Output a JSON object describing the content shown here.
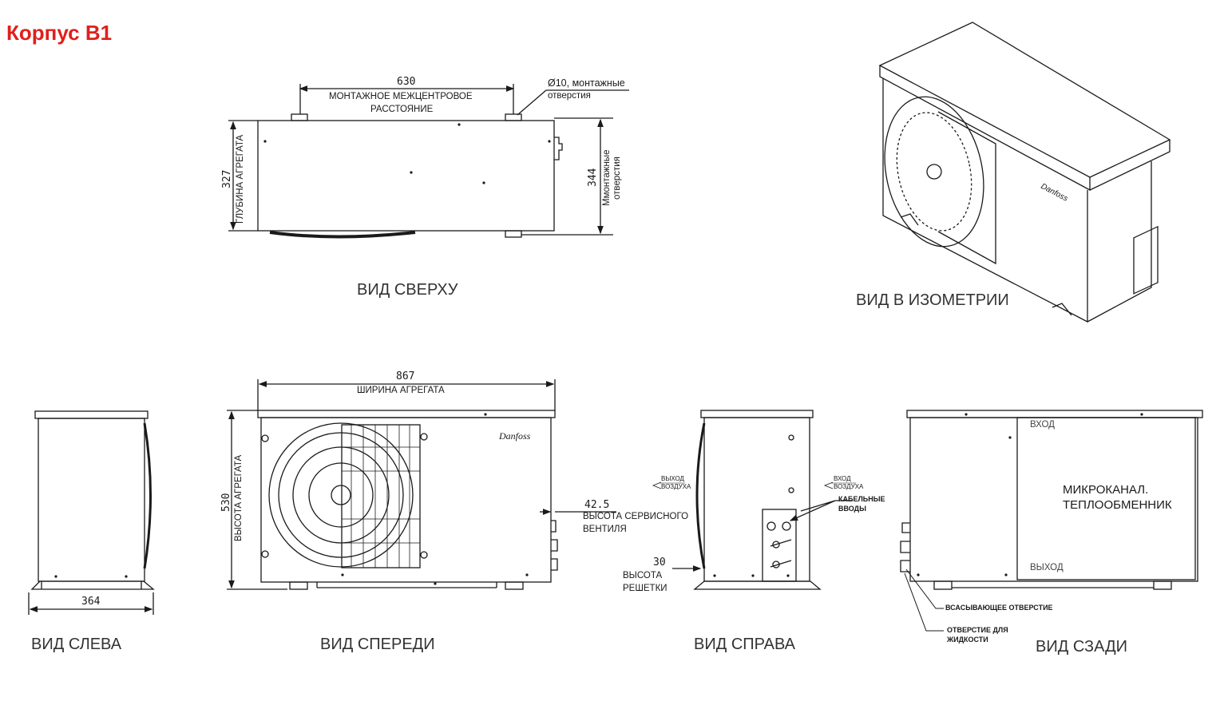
{
  "title": "Корпус B1",
  "top_view": {
    "label": "ВИД СВЕРХУ",
    "dim_width": "630",
    "dim_width_note_1": "МОНТАЖНОЕ МЕЖЦЕНТРОВОЕ",
    "dim_width_note_2": "РАССТОЯНИЕ",
    "hole_note_1": "Ø10, монтажные",
    "hole_note_2": "отверстия",
    "dim_depth": "327",
    "dim_depth_note": "ГЛУБИНА АГРЕГАТА",
    "dim_mount": "344",
    "dim_mount_note_1": "Ммонтажные",
    "dim_mount_note_2": "отверстия"
  },
  "iso_view": {
    "label": "ВИД В ИЗОМЕТРИИ"
  },
  "left_view": {
    "label": "ВИД СЛЕВА",
    "dim_depth": "364"
  },
  "front_view": {
    "label": "ВИД СПЕРЕДИ",
    "dim_width": "867",
    "dim_width_note": "ШИРИНА АГРЕГАТА",
    "dim_height": "530",
    "dim_height_note": "ВЫСОТА АГРЕГАТА",
    "dim_valve": "42.5",
    "dim_valve_note_1": "ВЫСОТА СЕРВИСНОГО",
    "dim_valve_note_2": "ВЕНТИЛЯ"
  },
  "right_view": {
    "label": "ВИД СПРАВА",
    "air_out_1": "ВЫХОД",
    "air_out_2": "ВОЗДУХА",
    "air_in_1": "ВХОД",
    "air_in_2": "ВОЗДУХА",
    "cable_1": "КАБЕЛЬНЫЕ",
    "cable_2": "ВВОДЫ",
    "dim_grille": "30",
    "grille_note_1": "ВЫСОТА",
    "grille_note_2": "РЕШЕТКИ"
  },
  "back_view": {
    "label": "ВИД СЗАДИ",
    "inlet": "ВХОД",
    "outlet": "ВЫХОД",
    "hx_1": "МИКРОКАНАЛ.",
    "hx_2": "ТЕПЛООБМЕННИК",
    "suction": "ВСАСЫВАЮЩЕЕ ОТВЕРСТИЕ",
    "liquid_1": "ОТВЕРСТИЕ ДЛЯ",
    "liquid_2": "ЖИДКОСТИ"
  },
  "colors": {
    "title": "#e0201b",
    "line": "#1a1a1a"
  }
}
